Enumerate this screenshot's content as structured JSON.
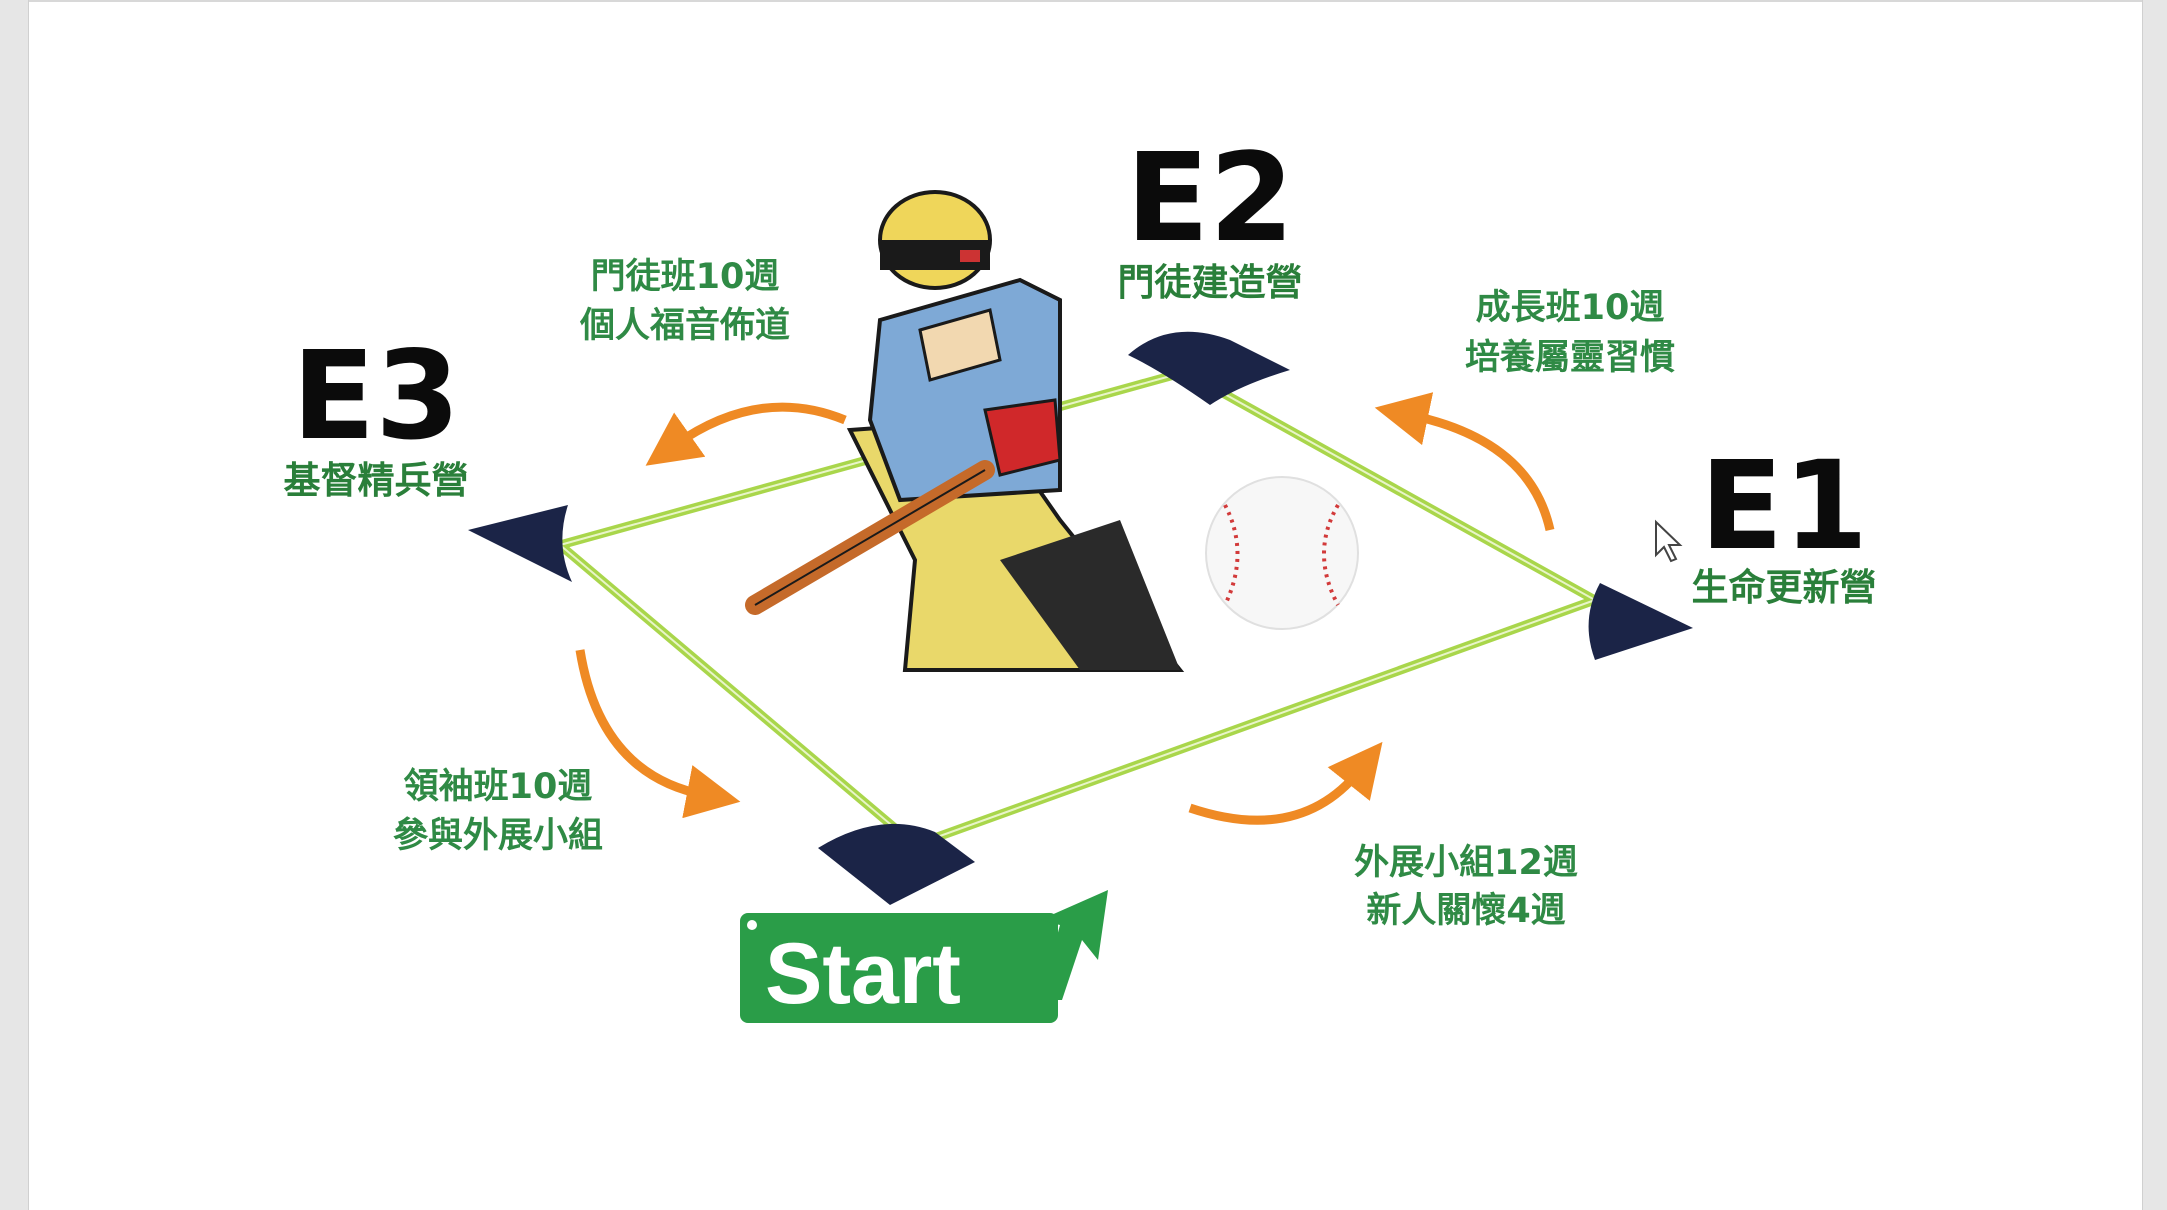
{
  "bases": {
    "e1": {
      "code": "E1",
      "name": "生命更新營"
    },
    "e2": {
      "code": "E2",
      "name": "門徒建造營"
    },
    "e3": {
      "code": "E3",
      "name": "基督精兵營"
    }
  },
  "steps": {
    "home_to_e1": {
      "line1": "外展小組12週",
      "line2": "新人關懷4週"
    },
    "e1_to_e2": {
      "line1": "成長班10週",
      "line2": "培養屬靈習慣"
    },
    "e2_to_e3": {
      "line1": "門徒班10週",
      "line2": "個人福音佈道"
    },
    "e3_to_home": {
      "line1": "領袖班10週",
      "line2": "參與外展小組"
    }
  },
  "start_label": "Start",
  "colors": {
    "green": "#2a9d48",
    "navy": "#1b2447",
    "orange": "#ef8a24",
    "line": "#a9d64b"
  }
}
